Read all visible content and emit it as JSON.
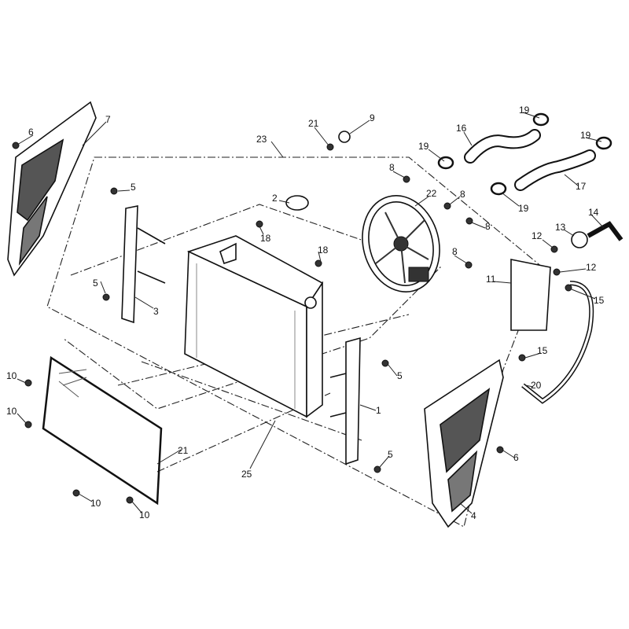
{
  "title": "Radiator / cooling system exploded parts diagram",
  "callouts": {
    "c6a": "6",
    "c7": "7",
    "c21a": "21",
    "c9": "9",
    "c23": "23",
    "c16": "16",
    "c19a": "19",
    "c19b": "19",
    "c19c": "19",
    "c19d": "19",
    "c17": "17",
    "c8a": "8",
    "c5a": "5",
    "c2": "2",
    "c22": "22",
    "c8b": "8",
    "c8c": "8",
    "c8d": "8",
    "c14": "14",
    "c12a": "12",
    "c13": "13",
    "c18a": "18",
    "c18b": "18",
    "c5b": "5",
    "c3": "3",
    "c11": "11",
    "c12b": "12",
    "c15a": "15",
    "c10a": "10",
    "c5c": "5",
    "c15b": "15",
    "c10b": "10",
    "c20": "20",
    "c1": "1",
    "c21b": "21",
    "c6b": "6",
    "c5d": "5",
    "c25": "25",
    "c10c": "10",
    "c10d": "10",
    "c4": "4"
  }
}
